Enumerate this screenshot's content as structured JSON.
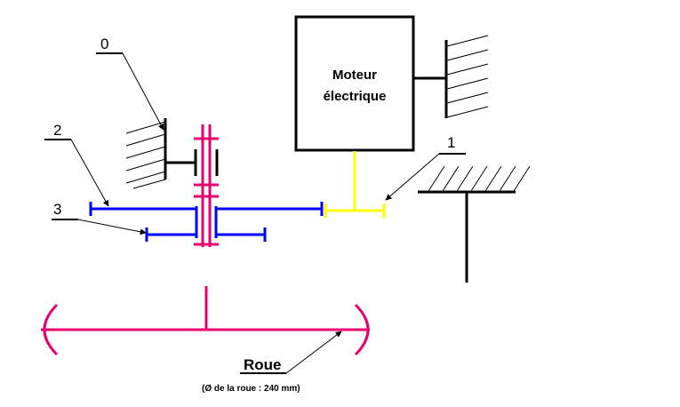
{
  "labels": {
    "frame": "0",
    "part1": "1",
    "part2": "2",
    "part3": "3"
  },
  "motor": {
    "line1": "Moteur",
    "line2": "électrique"
  },
  "wheel": {
    "label": "Roue",
    "diameter_note": "(Ø de la roue : 240 mm)"
  },
  "colors": {
    "frame": "#000000",
    "shaft_blue": "#0000ff",
    "gear_magenta": "#e8006e",
    "coupling_yellow": "#ffff00"
  }
}
